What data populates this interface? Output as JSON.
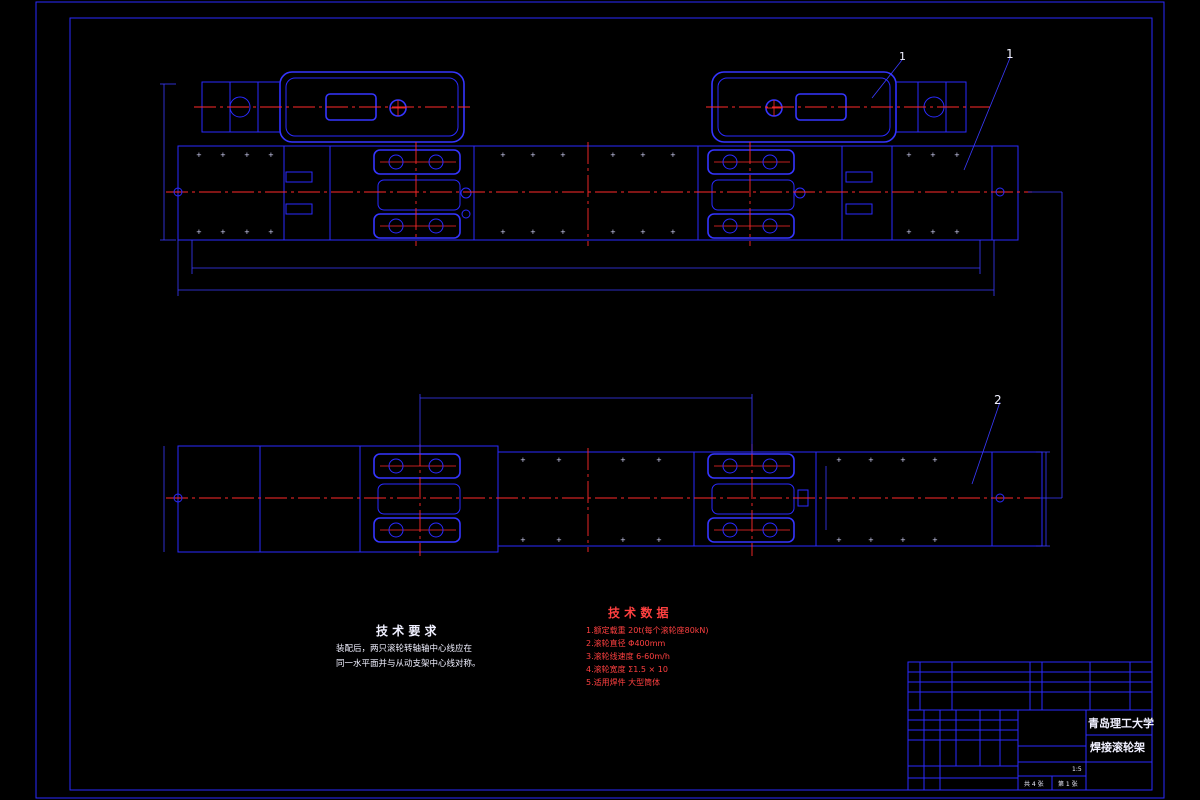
{
  "colors": {
    "background": "#000000",
    "line": "#2a2aff",
    "center_line": "#ff2a2a",
    "text": "#f0f0ff"
  },
  "callouts": {
    "c1a": "1",
    "c1b": "1",
    "c2": "2"
  },
  "tech_requirements": {
    "title": "技 术 要 求",
    "lines": [
      "装配后，两只滚轮转轴轴中心线应在",
      "同一水平面并与从动支架中心线对称。"
    ]
  },
  "tech_data": {
    "title": "技 术 数 据",
    "lines": [
      "1.额定载重 20t(每个滚轮座80kN)",
      "2.滚轮直径 Φ400mm",
      "3.滚轮线速度 6-60m/h",
      "4.滚轮宽度 Σ1.5 × 10",
      "5.适用焊件 大型筒体"
    ]
  },
  "title_block": {
    "school": "青岛理工大学",
    "drawing_name": "焊接滚轮架",
    "scale": "1:5",
    "sheet_total": "共 4 张",
    "sheet_no": "第 1 张"
  }
}
